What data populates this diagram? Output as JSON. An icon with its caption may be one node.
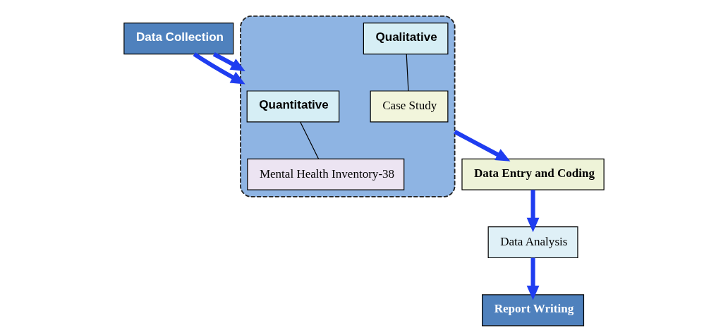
{
  "diagram": {
    "nodes": [
      {
        "text": [
          "Data Collection"
        ]
      },
      {
        "text": [],
        "shape": "box"
      },
      {
        "text": [
          "Quantitative"
        ],
        "in": 1
      },
      {
        "text": [
          "Qualitative"
        ],
        "in": 1
      },
      {
        "text": [
          "Mental Health Inventory-38"
        ],
        "in": 1
      },
      {
        "text": [
          "Case Study"
        ],
        "in": 1
      },
      {
        "text": [
          "Data Entry and Coding"
        ]
      },
      {
        "text": [
          "Data Analysis"
        ]
      },
      {
        "text": [
          "Report Writing"
        ]
      }
    ],
    "edges": [
      {
        "from": 0,
        "to": 1,
        "arrow": "to"
      },
      {
        "from": 0,
        "to": 1,
        "arrow": "to"
      },
      {
        "from": 2,
        "to": 4,
        "arrow": "none",
        "color": "#000000"
      },
      {
        "from": 3,
        "to": 5,
        "arrow": "none",
        "color": "#000000"
      },
      {
        "from": 1,
        "to": 6,
        "arrow": "to"
      },
      {
        "from": 6,
        "to": 7,
        "arrow": "to"
      },
      {
        "from": 7,
        "to": 8,
        "arrow": "to"
      }
    ]
  }
}
